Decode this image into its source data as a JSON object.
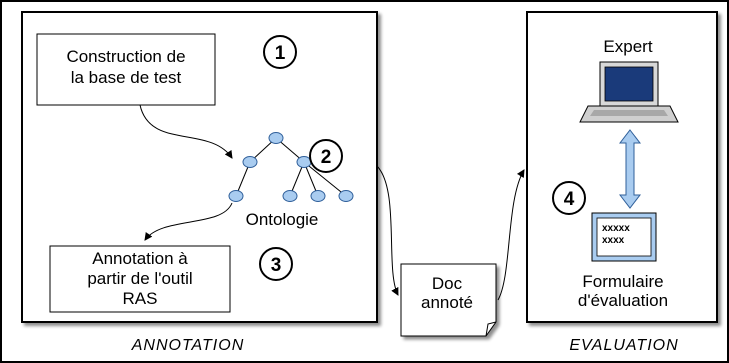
{
  "steps": {
    "construction": {
      "number": "1",
      "lines": [
        "Construction de",
        "la base de test"
      ]
    },
    "ontology": {
      "number": "2",
      "label": "Ontologie"
    },
    "annotation": {
      "number": "3",
      "lines": [
        "Annotation à",
        "partir de l'outil",
        "RAS"
      ]
    },
    "evaluation": {
      "number": "4"
    }
  },
  "doc": {
    "lines": [
      "Doc",
      "annoté"
    ]
  },
  "expert": {
    "label": "Expert",
    "icon": "laptop-icon"
  },
  "form": {
    "content_lines": [
      "xxxxx",
      "xxxx"
    ],
    "label_lines": [
      "Formulaire",
      "d'évaluation"
    ],
    "icon": "form-icon"
  },
  "sections": {
    "left": "ANNOTATION",
    "right": "EVALUATION"
  },
  "colors": {
    "node_fill": "#a9ccf0",
    "node_stroke": "#2f5f9a",
    "arrow_fill": "#a9ccf0",
    "form_fill": "#a9ccf0"
  }
}
